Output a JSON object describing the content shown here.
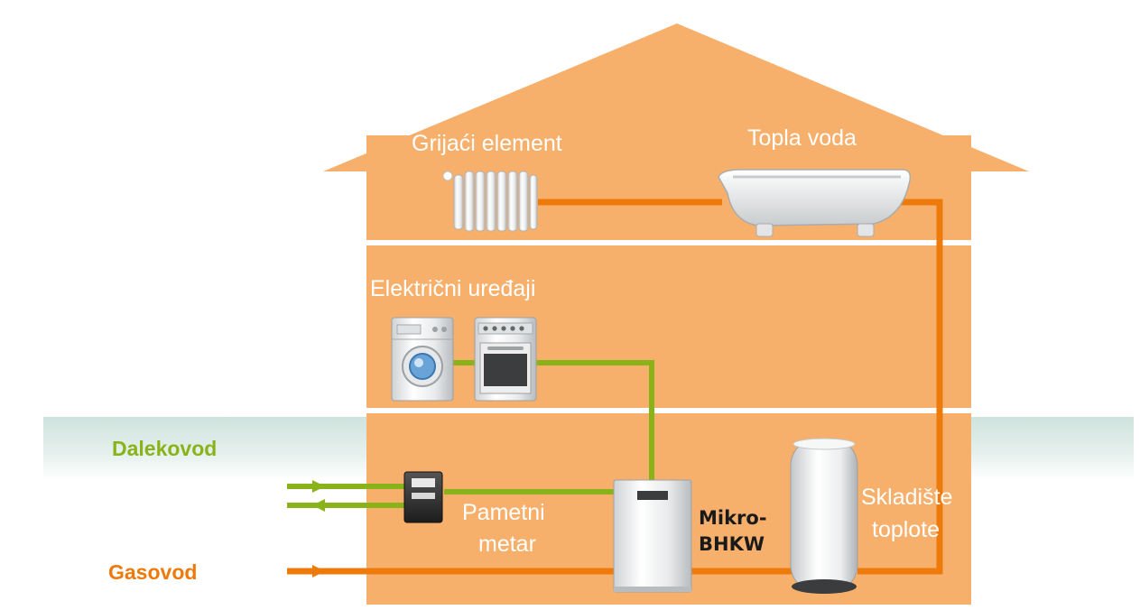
{
  "labels": {
    "radiator": "Grijaći element",
    "hot_water": "Topla voda",
    "appliances": "Električni uređaji",
    "power_line": "Dalekovod",
    "gas_line": "Gasovod",
    "smart_meter_line1": "Pametni",
    "smart_meter_line2": "metar",
    "chp_line1": "Mikro-",
    "chp_line2": "BHKW",
    "storage_line1": "Skladište",
    "storage_line2": "toplote"
  },
  "colors": {
    "house": "#f7b06c",
    "floor_divider": "#ffffff",
    "ground": "#dcebe6",
    "heat_pipe": "#ee7a0c",
    "electric_line": "#8ab31a",
    "chp_label": "#1a1a1a"
  },
  "icons": [
    "radiator-icon",
    "bathtub-icon",
    "washing-machine-icon",
    "stove-icon",
    "smart-meter-icon",
    "chp-unit-icon",
    "heat-storage-tank-icon"
  ]
}
